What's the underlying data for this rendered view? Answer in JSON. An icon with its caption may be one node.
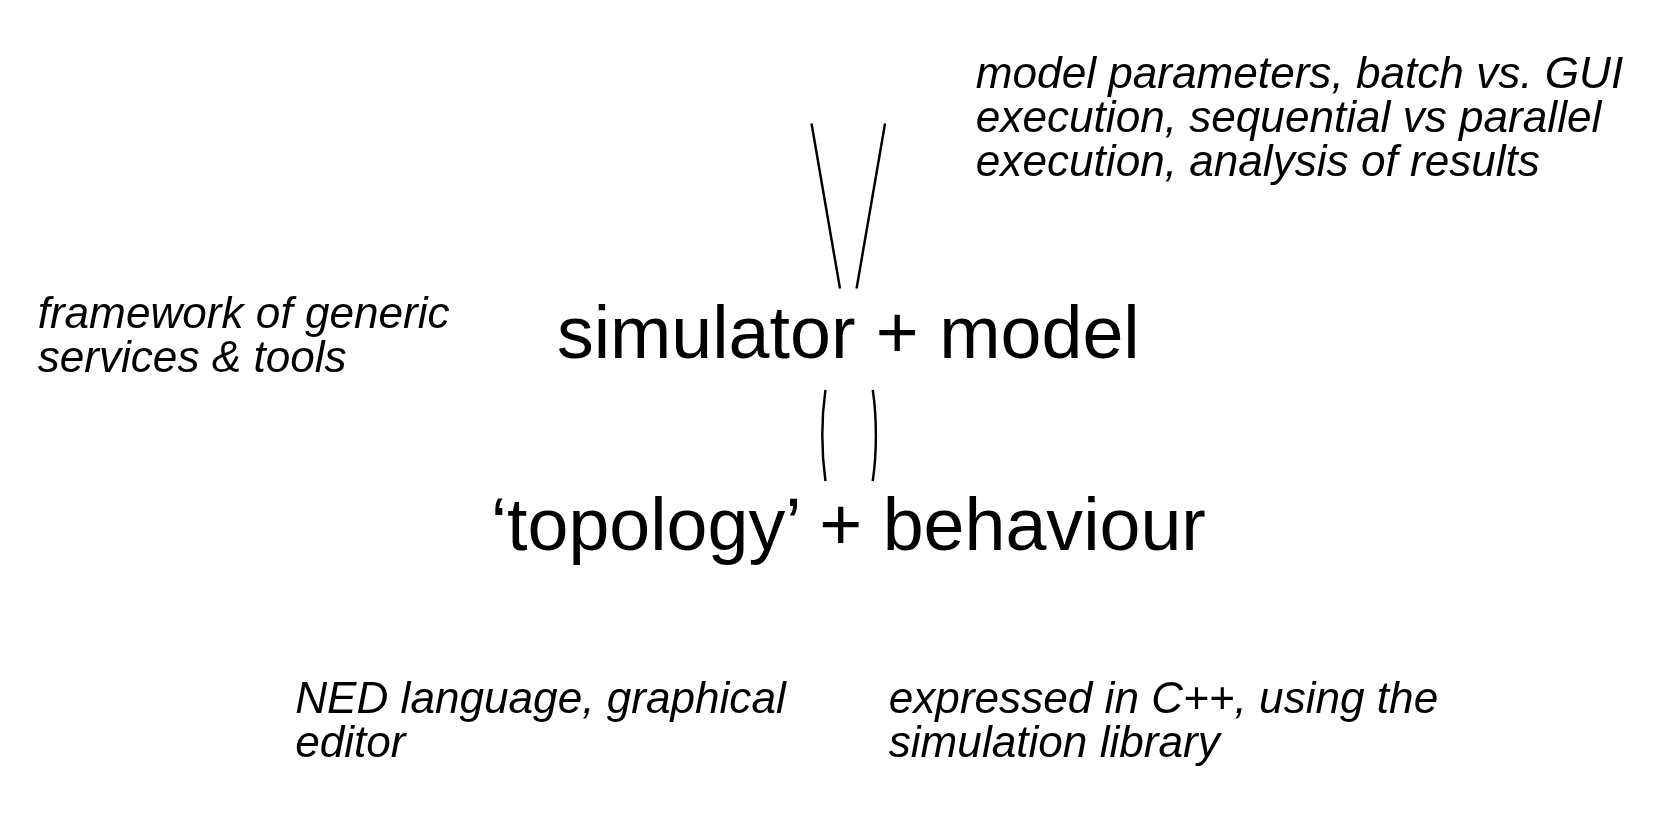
{
  "diagram": {
    "nodes": [
      {
        "text": [
          "simulator + model"
        ],
        "beside": [
          "framework of generic services & tools"
        ]
      },
      {
        "text": [
          "‘topology’ + behaviour"
        ],
        "beside": [
          "NED language, graphical editor",
          "expressed in C++, using the simulation library"
        ]
      }
    ],
    "edges": [
      {
        "from": null,
        "to": 0,
        "arrow": "none"
      },
      {
        "from": null,
        "to": 0,
        "arrow": "none"
      },
      {
        "from": 0,
        "to": 1,
        "arrow": "none"
      },
      {
        "from": 0,
        "to": 1,
        "arrow": "none"
      }
    ],
    "labels": [
      "model parameters, batch vs. GUI execution, sequential vs parallel execution, analysis of results"
    ]
  }
}
